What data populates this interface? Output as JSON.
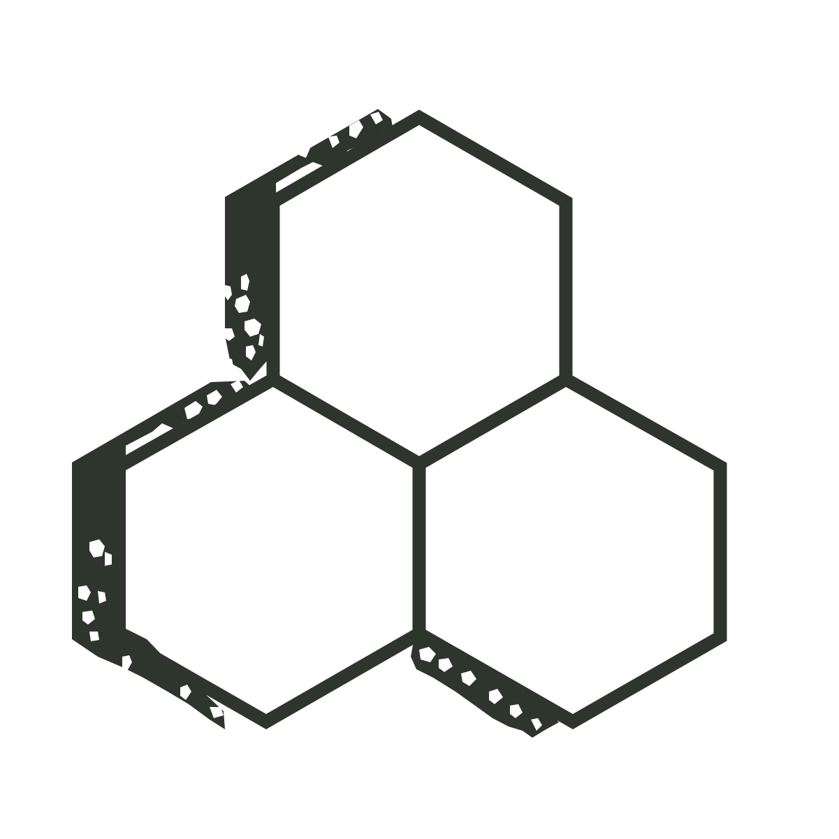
{
  "graphic": {
    "subject": "hexagon-cluster",
    "hexagon_count": 3,
    "style": "outlined with distressed shadow",
    "colors": {
      "ink": "#2e352d",
      "paper": "#ffffff"
    }
  }
}
